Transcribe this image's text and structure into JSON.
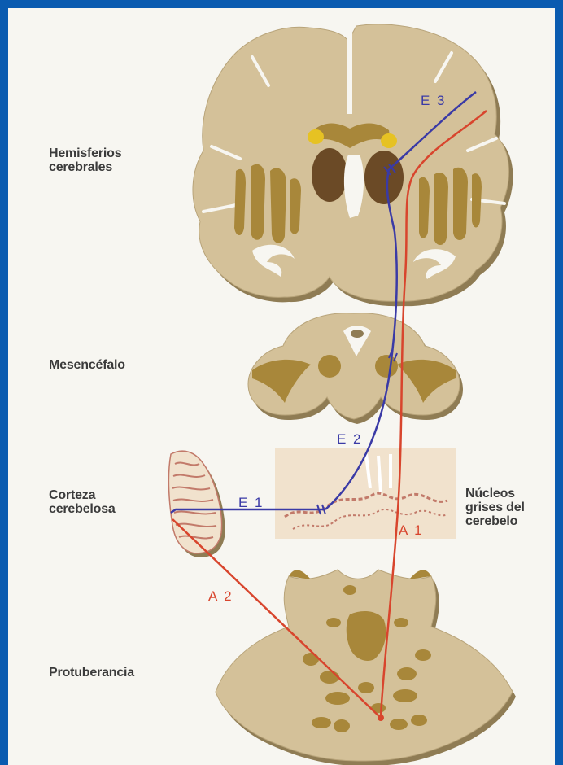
{
  "labels": {
    "hemispheres": "Hemisferios\ncerebrales",
    "midbrain": "Mesencéfalo",
    "cerebellar_cortex": "Corteza\ncerebelosa",
    "cerebellar_nuclei": "Núcleos\ngrises del\ncerebelo",
    "pons": "Protuberancia"
  },
  "pathways": {
    "efferent": [
      "E 1",
      "E 2",
      "E 3"
    ],
    "afferent": [
      "A 1",
      "A 2"
    ]
  },
  "colors": {
    "frame_border": "#0a5bb0",
    "background": "#f7f6f1",
    "tissue": "#d4c199",
    "tissue_shadow": "#8f7c54",
    "gray_matter": "#a8873a",
    "thalamus": "#6b4a26",
    "efferent_path": "#3a3aa6",
    "afferent_path": "#d8452d",
    "nucleus_box": "#f1e2cd"
  }
}
